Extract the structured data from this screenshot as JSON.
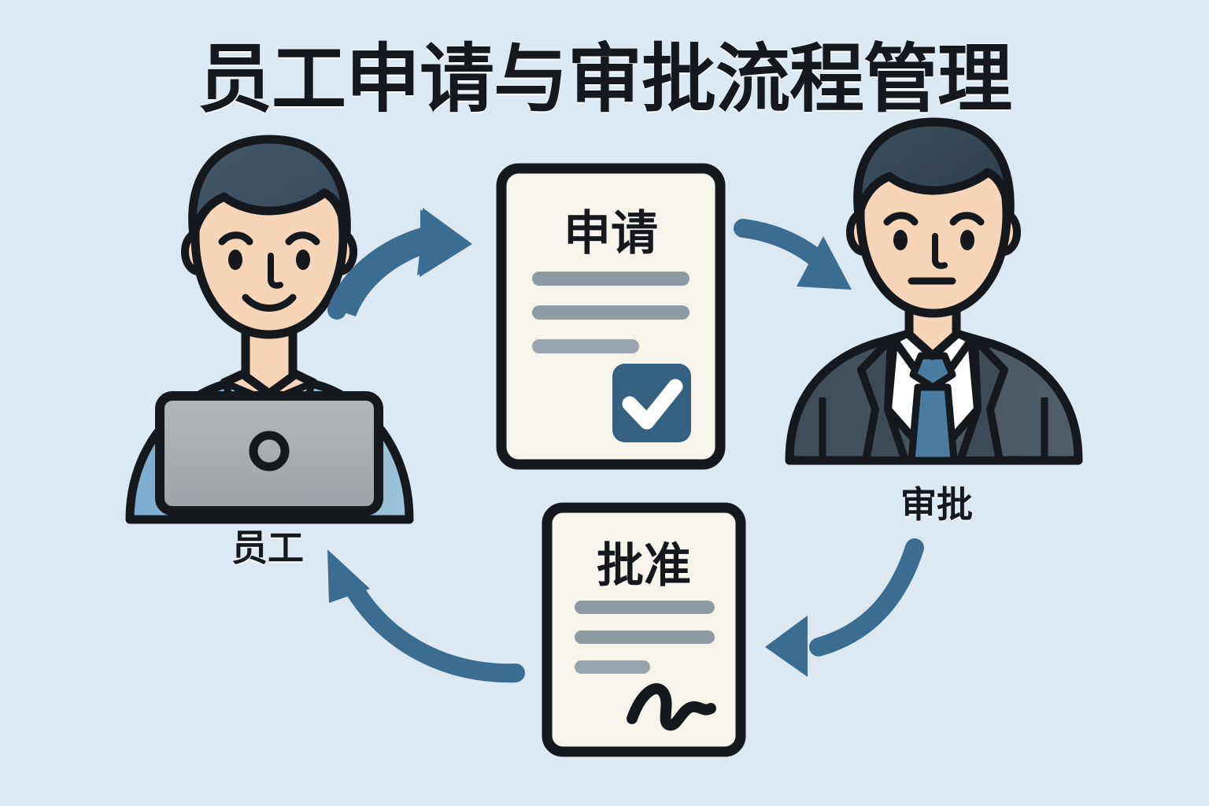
{
  "page": {
    "title": "员工申请与审批流程管理",
    "background_color": "#dce9f2",
    "ink_color": "#15181c",
    "accent_blue": "#3b6c91",
    "paper_color": "#f7f4ec",
    "line_gray": "#8f9aa3",
    "shirt_blue": "#8cb8d6",
    "suit_slate": "#45525c",
    "tie_blue": "#4a7ba0",
    "laptop_gray": "#a8acb0",
    "skin": "#f6d5b8",
    "hair": "#3d5361"
  },
  "nodes": {
    "employee": {
      "label": "员工",
      "icon": "person-at-laptop-icon"
    },
    "approver": {
      "label": "审批",
      "icon": "person-in-suit-icon"
    },
    "application_document": {
      "title": "申请",
      "icon": "document-icon",
      "text_lines": 3,
      "badge": "checkbox-checked-icon"
    },
    "approval_document": {
      "title": "批准",
      "icon": "document-icon",
      "text_lines": 3,
      "badge": "signature-icon"
    }
  },
  "arrows": [
    {
      "name": "arrow-employee-to-application",
      "direction": "up-right"
    },
    {
      "name": "arrow-application-to-approver",
      "direction": "down-right"
    },
    {
      "name": "arrow-approver-to-approval",
      "direction": "down-left"
    },
    {
      "name": "arrow-approval-to-employee",
      "direction": "up-left"
    }
  ],
  "flow": {
    "type": "cycle",
    "steps": [
      "员工",
      "申请",
      "审批",
      "批准",
      "员工"
    ]
  }
}
